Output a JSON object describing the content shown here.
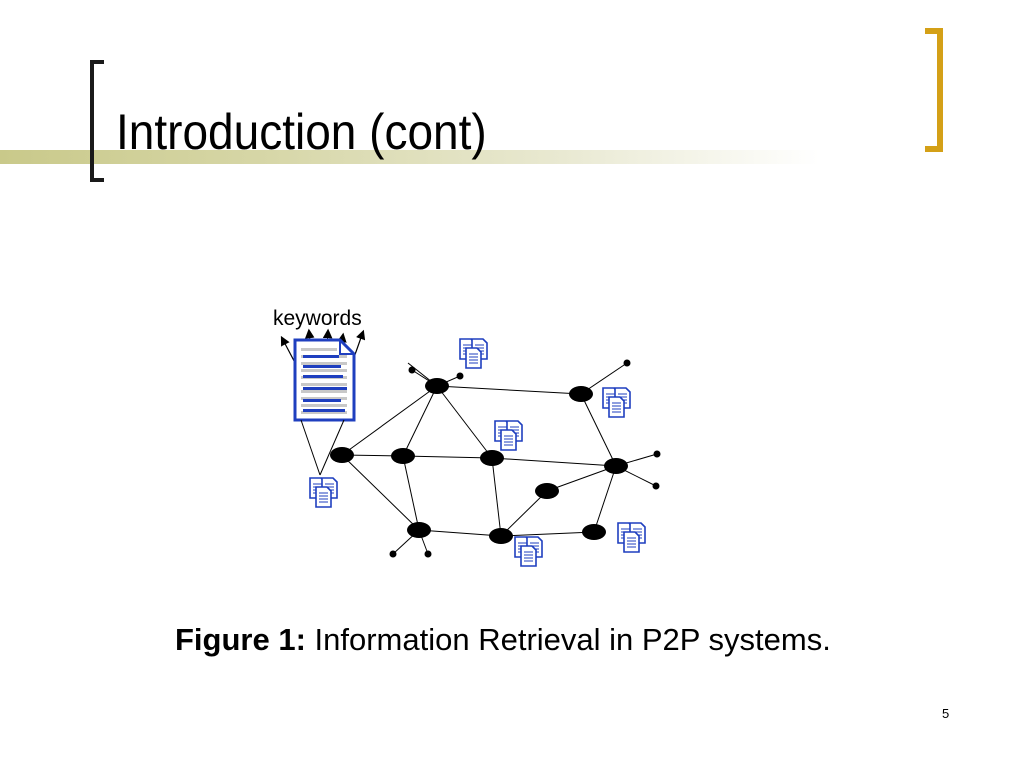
{
  "slide": {
    "title": "Introduction (cont)",
    "page_number": "5"
  },
  "figure": {
    "keywords_label": "keywords",
    "caption_label": "Figure 1:",
    "caption_text": " Information Retrieval in P2P systems."
  },
  "colors": {
    "title_band": "#c9c98a",
    "left_bracket": "#1a1a1a",
    "right_bracket": "#d4a017",
    "document_icon": "#1f3fbf"
  },
  "icons": [
    "document-icon",
    "document-stack-icon",
    "peer-node",
    "arrow-icon"
  ]
}
